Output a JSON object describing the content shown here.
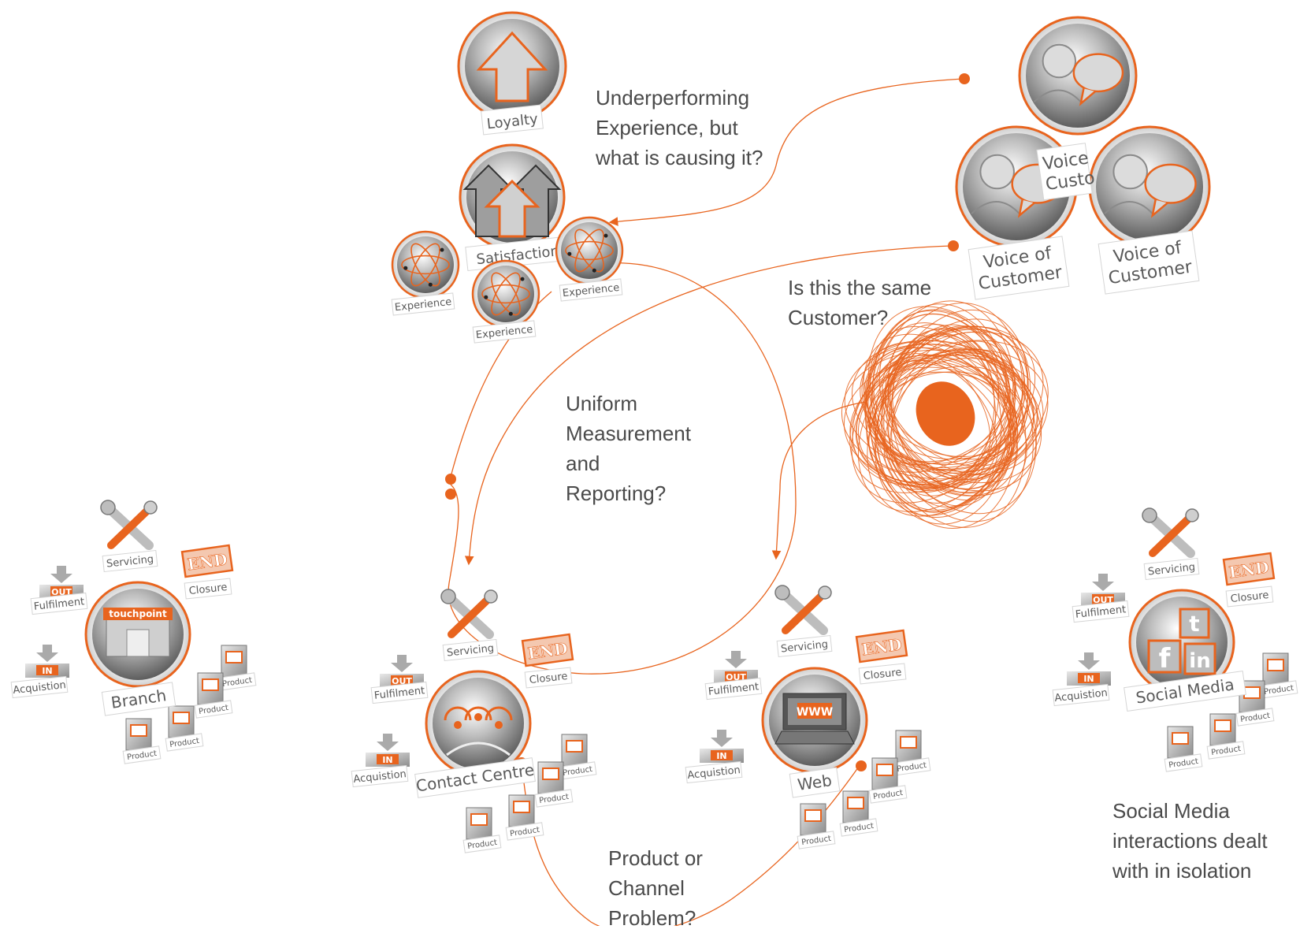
{
  "colors": {
    "accent": "#e8641e",
    "ring": "#e8641e",
    "metal": "#8a8a8a",
    "text": "#4a4a4a"
  },
  "annotations": {
    "underperforming": "Underperforming\nExperience, but\nwhat is causing it?",
    "same_customer": "Is this the same\nCustomer?",
    "uniform": "Uniform\nMeasurement\nand\nReporting?",
    "product_channel": "Product or\nChannel\nProblem?",
    "social_isolation": "Social Media\ninteractions dealt\nwith in isolation"
  },
  "metrics": {
    "loyalty": "Loyalty",
    "satisfaction": "Satisfaction",
    "experience": "Experience"
  },
  "voice": {
    "label": "Voice of\nCustomer",
    "partial": "Voice\nCusto"
  },
  "channel_labels": {
    "servicing": "Servicing",
    "closure": "Closure",
    "fulfilment": "Fulfilment",
    "acquisition": "Acquistion",
    "product": "Product",
    "end_badge": "END",
    "out_badge": "OUT",
    "in_badge": "IN"
  },
  "channels": {
    "branch": {
      "name": "Branch",
      "sign": "touchpoint"
    },
    "contact": {
      "name": "Contact Centre"
    },
    "web": {
      "name": "Web",
      "screen": "WWW"
    },
    "social": {
      "name": "Social Media"
    }
  }
}
